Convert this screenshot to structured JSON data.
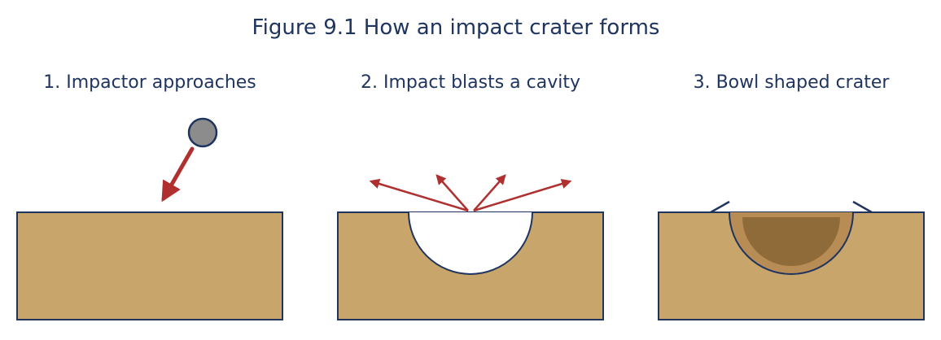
{
  "figure": {
    "title": "Figure 9.1  How an impact crater forms",
    "panels": [
      {
        "label": "1. Impactor approaches"
      },
      {
        "label": "2. Impact blasts a cavity"
      },
      {
        "label": "3. Bowl shaped crater"
      }
    ]
  },
  "colors": {
    "ground": "#c8a56b",
    "outline": "#1f3560",
    "arrow": "#b03030",
    "impactor": "#8c8c8c",
    "crater_rim": "#b88c55",
    "crater_floor": "#8f6b3a",
    "cavity": "#ffffff",
    "text": "#1f3560"
  }
}
